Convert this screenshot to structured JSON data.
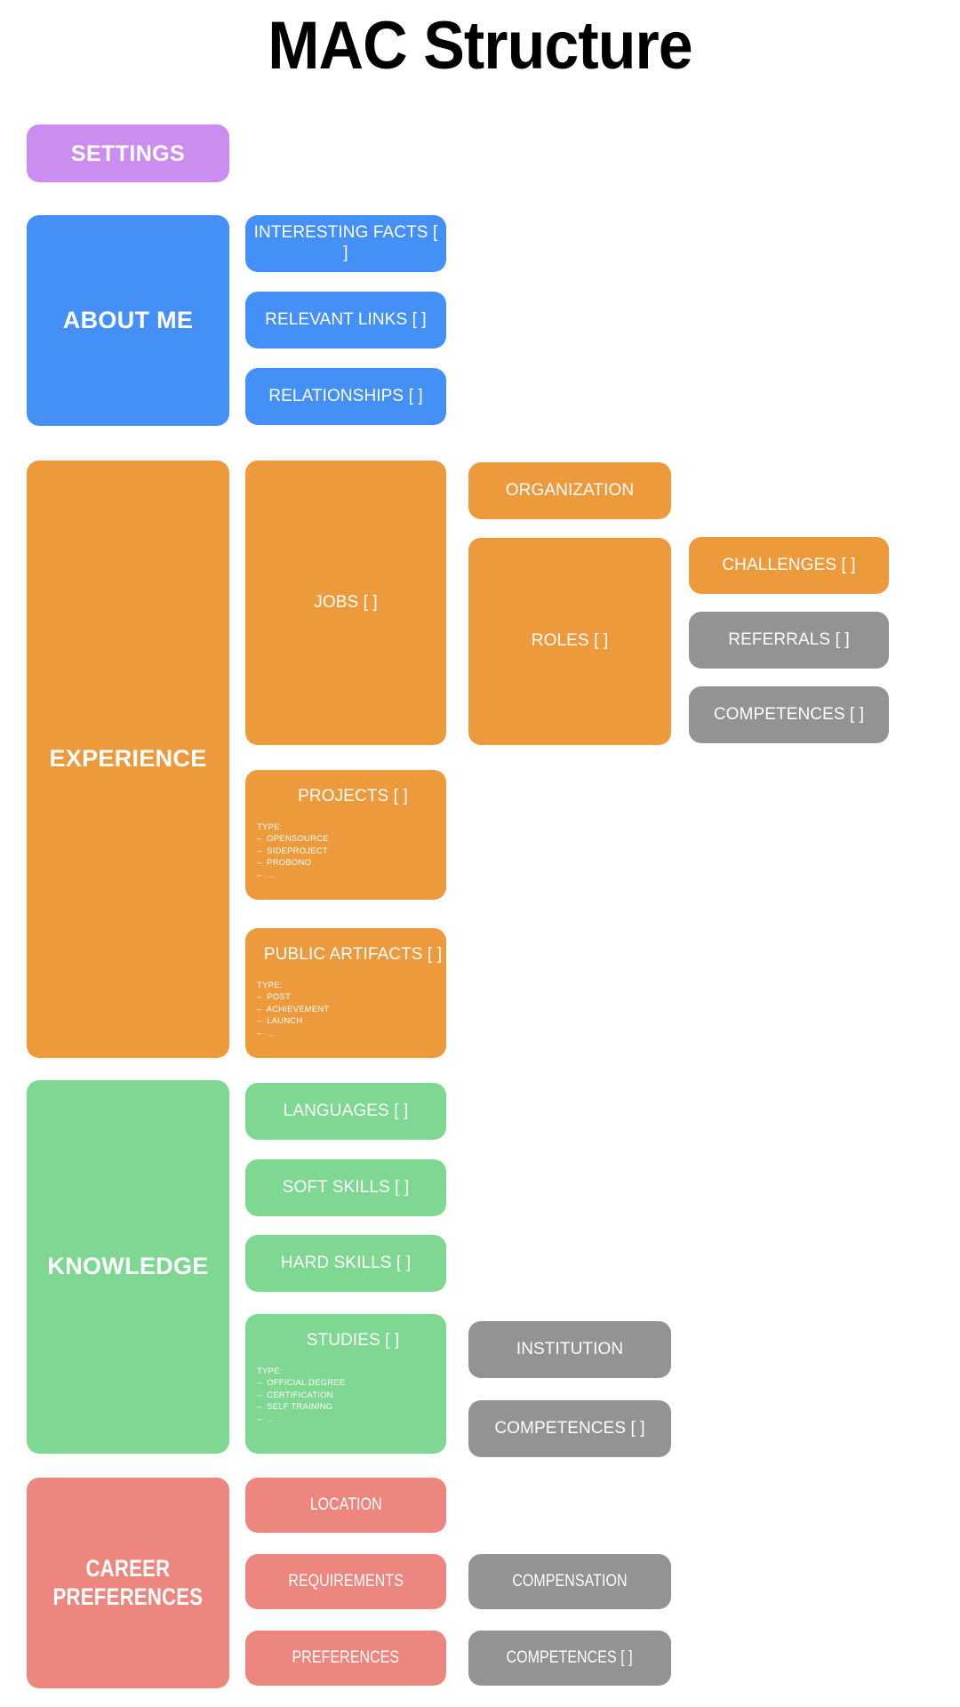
{
  "page": {
    "title": "MAC Structure",
    "background": "#ffffff"
  },
  "colors": {
    "purple": "#cb8df0",
    "blue": "#4490f7",
    "orange": "#ec9a3c",
    "green": "#7ed892",
    "red": "#ee8680",
    "grey": "#939393",
    "label": "#ffffff",
    "title": "#000000"
  },
  "sections": {
    "settings": {
      "label": "SETTINGS",
      "color": "#cb8df0"
    },
    "about_me": {
      "label": "ABOUT ME",
      "color": "#4490f7",
      "children": [
        {
          "label": "INTERESTING FACTS [ ]",
          "color": "#4490f7"
        },
        {
          "label": "RELEVANT LINKS [ ]",
          "color": "#4490f7"
        },
        {
          "label": "RELATIONSHIPS [ ]",
          "color": "#4490f7"
        }
      ]
    },
    "experience": {
      "label": "EXPERIENCE",
      "color": "#ec9a3c",
      "children": [
        {
          "label": "JOBS [ ]",
          "color": "#ec9a3c"
        },
        {
          "label": "PROJECTS [ ]",
          "color": "#ec9a3c",
          "type_heading": "TYPE:",
          "type_items": [
            "–  OPENSOURCE",
            "–  SIDEPROJECT",
            "–  PROBONO",
            "–  ..."
          ]
        },
        {
          "label": "PUBLIC ARTIFACTS [ ]",
          "color": "#ec9a3c",
          "type_heading": "TYPE:",
          "type_items": [
            "–  POST",
            "–  ACHIEVEMENT",
            "–  LAUNCH",
            "–  ..."
          ]
        }
      ],
      "job_children": [
        {
          "label": "ORGANIZATION",
          "color": "#ec9a3c"
        },
        {
          "label": "ROLES [ ]",
          "color": "#ec9a3c"
        }
      ],
      "role_children": [
        {
          "label": "CHALLENGES [ ]",
          "color": "#ec9a3c"
        },
        {
          "label": "REFERRALS [ ]",
          "color": "#939393"
        },
        {
          "label": "COMPETENCES [ ]",
          "color": "#939393"
        }
      ]
    },
    "knowledge": {
      "label": "KNOWLEDGE",
      "color": "#7ed892",
      "children": [
        {
          "label": "LANGUAGES [ ]",
          "color": "#7ed892"
        },
        {
          "label": "SOFT SKILLS [ ]",
          "color": "#7ed892"
        },
        {
          "label": "HARD SKILLS [ ]",
          "color": "#7ed892"
        },
        {
          "label": "STUDIES [ ]",
          "color": "#7ed892",
          "type_heading": "TYPE:",
          "type_items": [
            "–  OFFICIAL DEGREE",
            "–  CERTIFICATION",
            "–  SELF TRAINING",
            "–  ..."
          ]
        }
      ],
      "studies_children": [
        {
          "label": "INSTITUTION",
          "color": "#939393"
        },
        {
          "label": "COMPETENCES [ ]",
          "color": "#939393"
        }
      ]
    },
    "career_preferences": {
      "label": "CAREER\nPREFERENCES",
      "label_line1": "CAREER",
      "label_line2": "PREFERENCES",
      "color": "#ee8680",
      "children": [
        {
          "label": "LOCATION",
          "color": "#ee8680"
        },
        {
          "label": "REQUIREMENTS",
          "color": "#ee8680"
        },
        {
          "label": "PREFERENCES",
          "color": "#ee8680"
        }
      ],
      "detail_children": [
        {
          "label": "COMPENSATION",
          "color": "#939393"
        },
        {
          "label": "COMPETENCES [ ]",
          "color": "#939393"
        }
      ]
    }
  }
}
